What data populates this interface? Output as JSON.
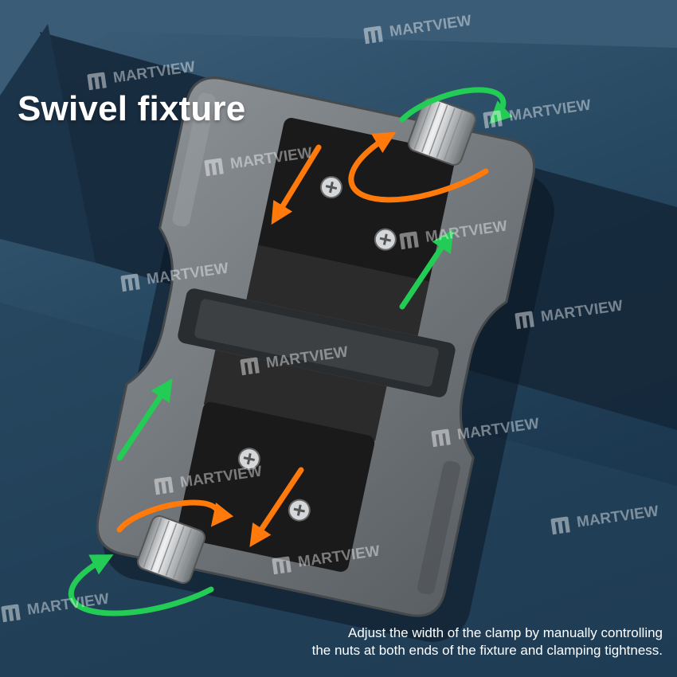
{
  "title": "Swivel fixture",
  "caption": {
    "line1": "Adjust the width of the clamp by manually controlling",
    "line2": "the nuts at both ends of the fixture and clamping tightness."
  },
  "watermark": {
    "text": "MARTVIEW",
    "icon": "martview-m-logo"
  },
  "colors": {
    "background": "#284a63",
    "fixture_body": "#6f7478",
    "clamp_pad": "#1a1a1a",
    "arrow_green": "#22cc55",
    "arrow_orange": "#ff7a0a"
  }
}
